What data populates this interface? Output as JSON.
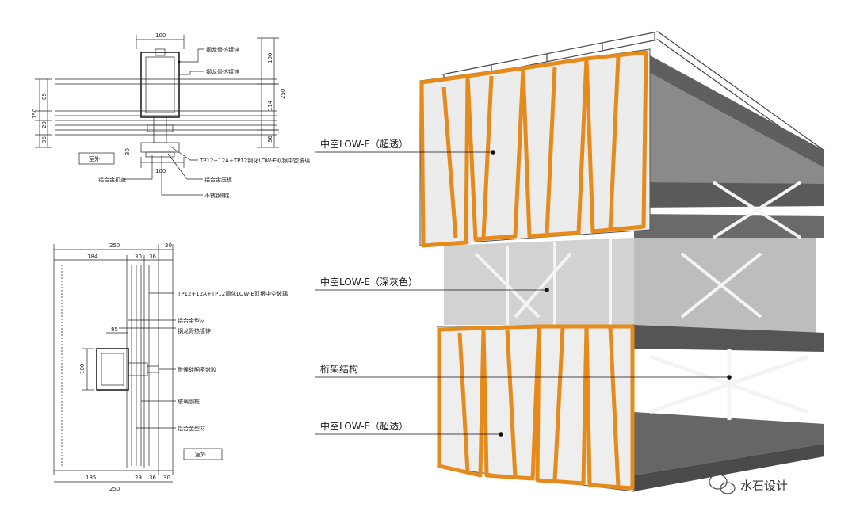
{
  "detail_top": {
    "dims": {
      "top_width": "100",
      "bottom_width": "100",
      "right_upper": "100",
      "right_mid": "114",
      "right_low": "36",
      "right_total": "250",
      "left_total": "150",
      "left_upper": "85",
      "left_mid": "29",
      "left_low": "36",
      "left_bottom": "30"
    },
    "outside_label": "室外",
    "notes": [
      "钢龙骨热镀锌",
      "钢龙骨热镀锌",
      "TP12+12A+TP12钢化LOW-E双银中空玻璃",
      "铝合金压板",
      "不锈钢螺钉",
      "铝合金扣盖"
    ]
  },
  "detail_bottom": {
    "dims": {
      "top_total": "250",
      "top_30a": "30",
      "top_184": "184",
      "top_30b": "30",
      "top_36": "36",
      "left_85": "85",
      "left_100": "100",
      "bottom_185": "185",
      "bottom_29": "29",
      "bottom_36": "36",
      "bottom_30": "30",
      "bottom_total": "250"
    },
    "outside_label": "室外",
    "notes": [
      "TP12+12A+TP12钢化LOW-E双银中空玻璃",
      "铝合金型材",
      "钢龙骨热镀锌",
      "耐候硅酮密封胶",
      "玻璃副框",
      "铝合金型材"
    ]
  },
  "callouts": [
    "中空LOW-E（超透）",
    "中空LOW-E（深灰色）",
    "桁架结构",
    "中空LOW-E（超透）"
  ],
  "watermark": "水石设计",
  "colors": {
    "frame_orange": "#E58A1B",
    "glass": "#EDEDED",
    "slab": "#6B6B6B",
    "mid_glass": "#CFCFCF"
  }
}
